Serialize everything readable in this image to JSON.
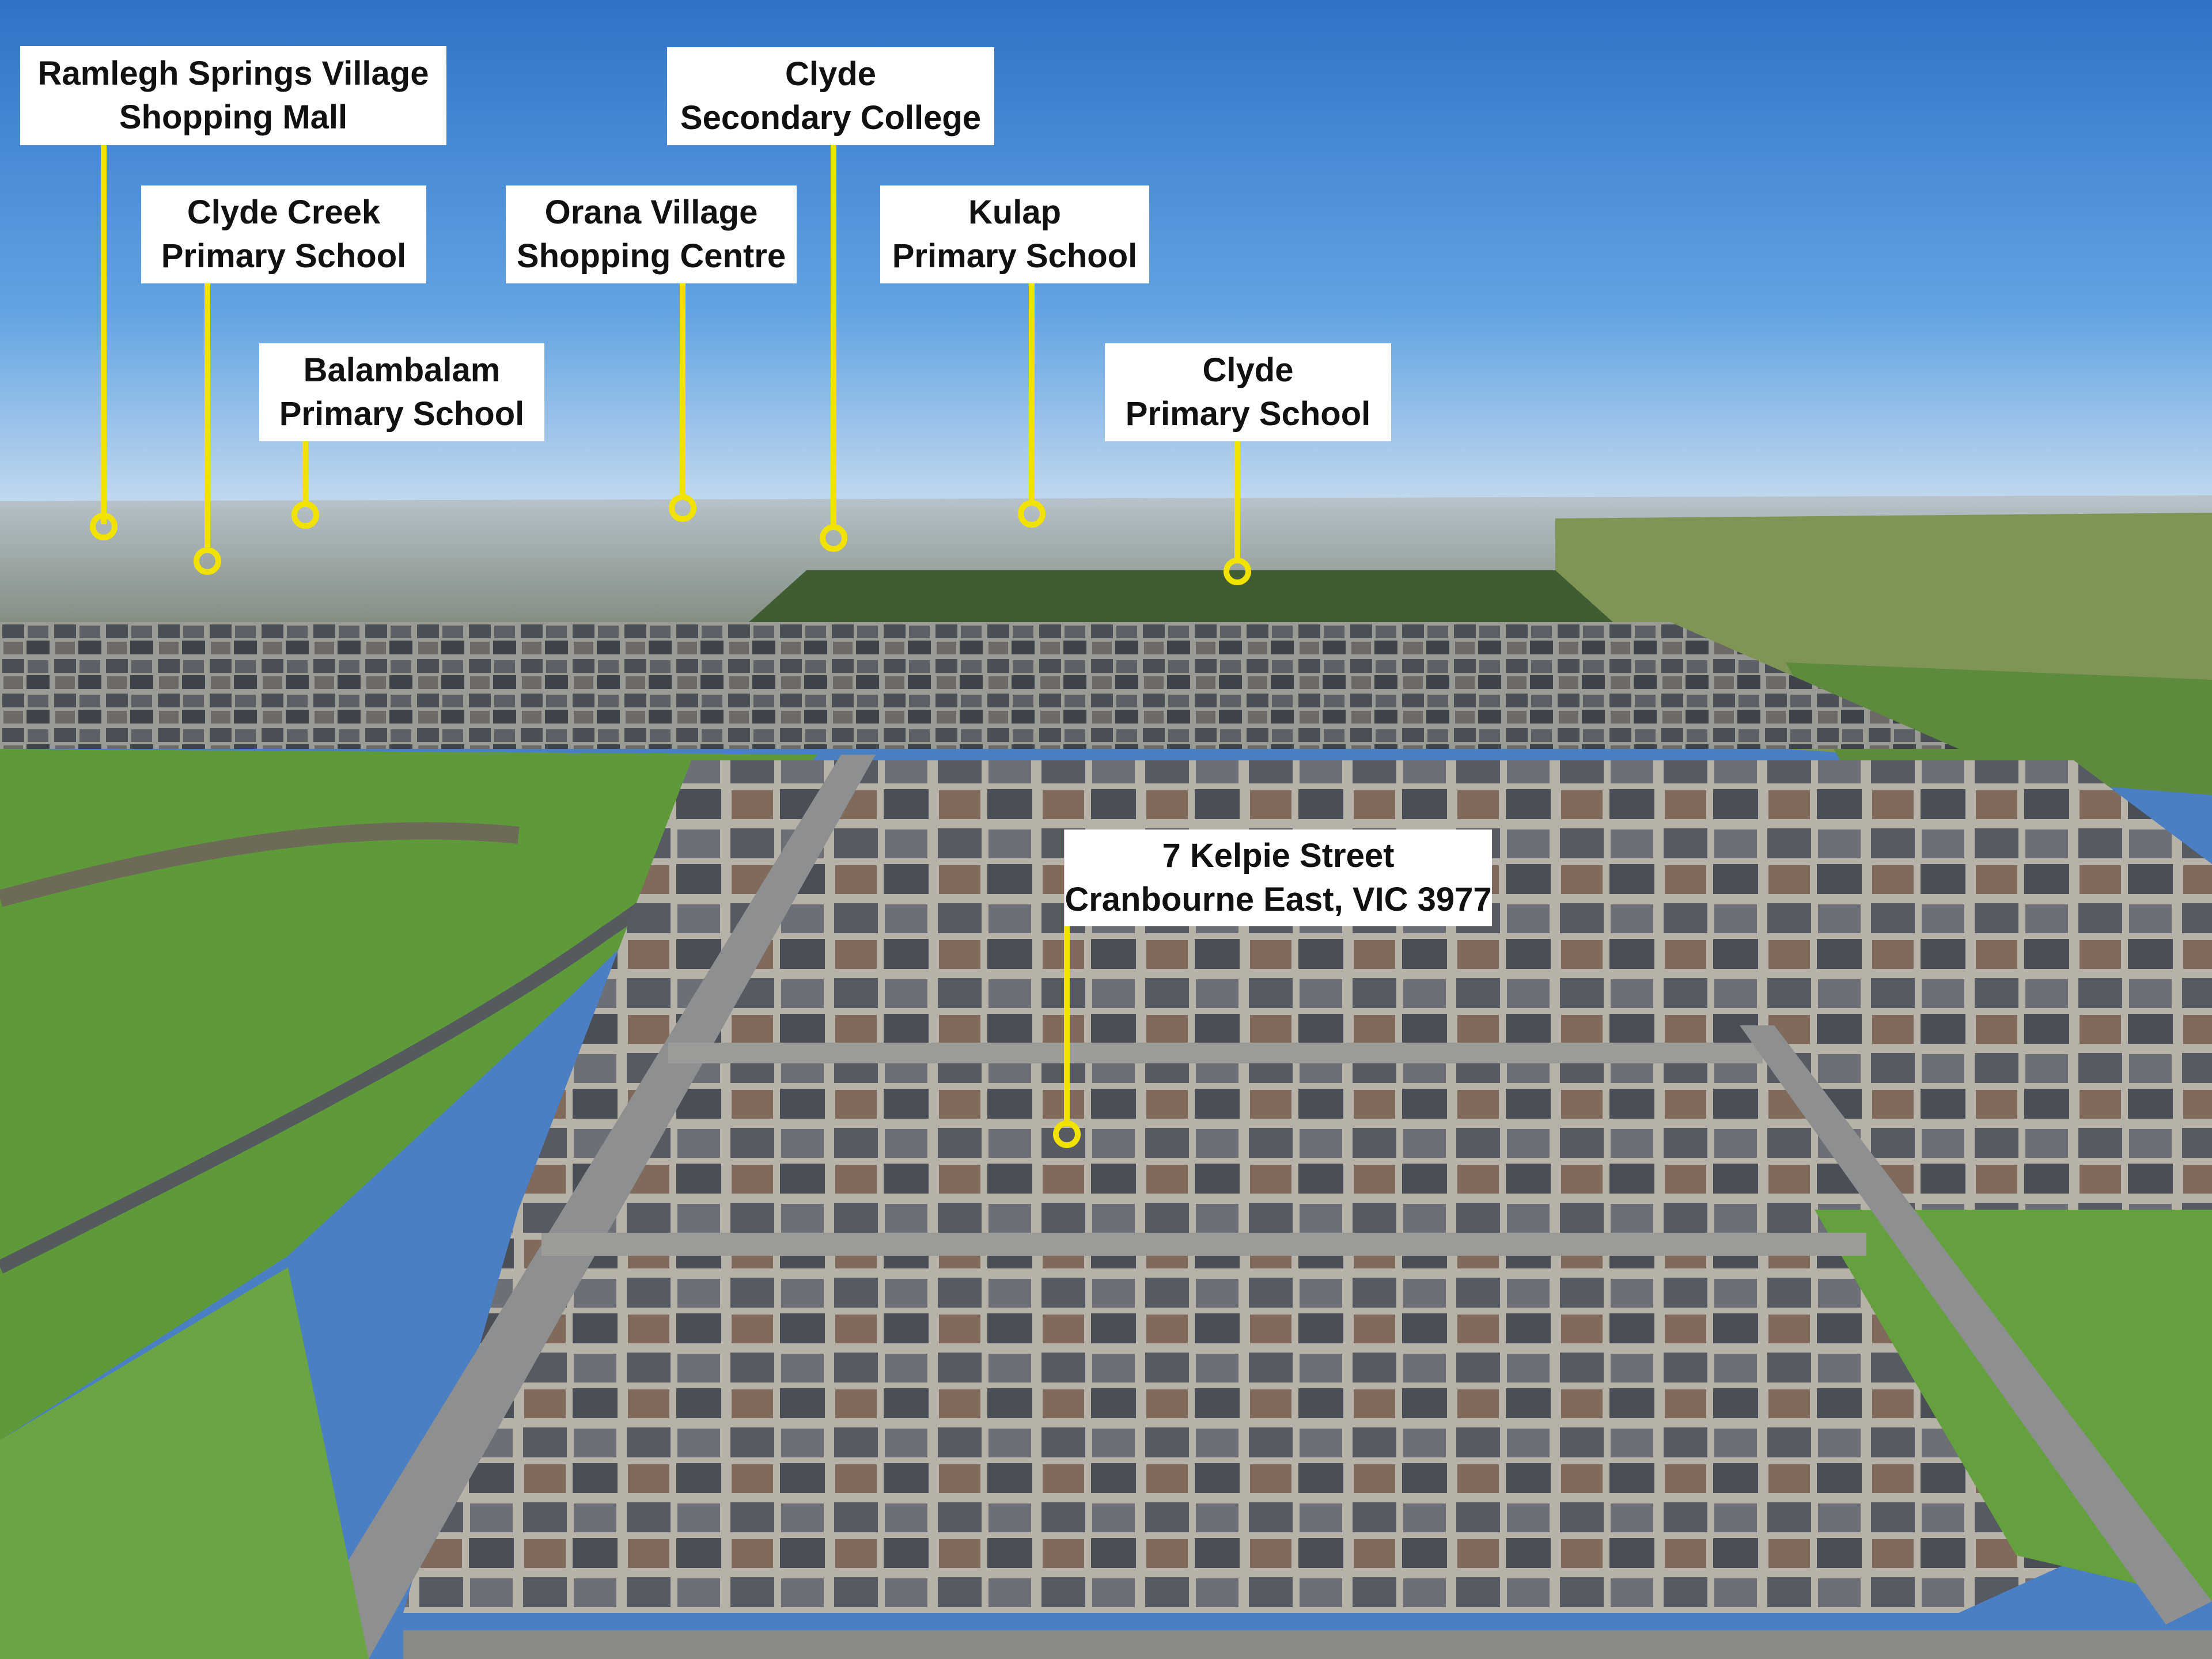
{
  "photo": {
    "type": "aerial real-estate photo",
    "sky_color": "#4a86d0",
    "pin_color": "#f2e200",
    "label_background": "#ffffff"
  },
  "labels": {
    "ramlegh": {
      "line1": "Ramlegh Springs Village",
      "line2": "Shopping Mall"
    },
    "clyde_college": {
      "line1": "Clyde",
      "line2": "Secondary College"
    },
    "clyde_creek": {
      "line1": "Clyde Creek",
      "line2": "Primary School"
    },
    "orana": {
      "line1": "Orana Village",
      "line2": "Shopping Centre"
    },
    "kulap": {
      "line1": "Kulap",
      "line2": "Primary School"
    },
    "balambalam": {
      "line1": "Balambalam",
      "line2": "Primary School"
    },
    "clyde_primary": {
      "line1": "Clyde",
      "line2": "Primary School"
    },
    "property": {
      "line1": "7 Kelpie Street",
      "line2": "Cranbourne East, VIC 3977"
    }
  }
}
